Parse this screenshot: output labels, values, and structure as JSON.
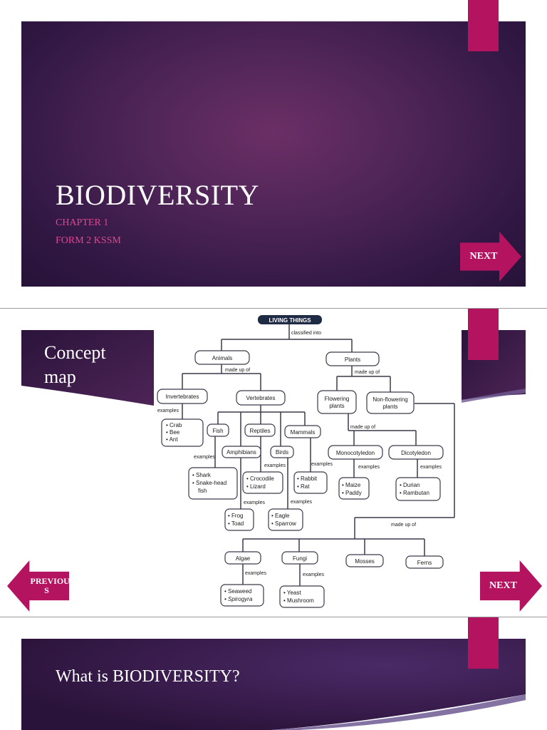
{
  "slide1": {
    "title": "BIODIVERSITY",
    "subtitle1": "CHAPTER 1",
    "subtitle2": "FORM 2 KSSM",
    "next_label": "NEXT"
  },
  "slide2": {
    "title_line1": "Concept",
    "title_line2": "map",
    "prev_label": "PREVIOU S",
    "next_label": "NEXT",
    "map": {
      "root": "LIVING THINGS",
      "classified_into": "classified into",
      "animals": "Animals",
      "plants": "Plants",
      "made_up_of": "made up of",
      "invertebrates": "Invertebrates",
      "vertebrates": "Vertebrates",
      "flowering": [
        "Flowering",
        "plants"
      ],
      "non_flowering": [
        "Non-flowering",
        "plants"
      ],
      "examples": "examples",
      "invert_examples": [
        "• Crab",
        "• Bee",
        "• Ant"
      ],
      "fish": "Fish",
      "reptiles": "Reptiles",
      "mammals": "Mammals",
      "amphibians": "Amphibians",
      "birds": "Birds",
      "monocotyledon": "Monocotyledon",
      "dicotyledon": "Dicotyledon",
      "fish_examples": [
        "• Shark",
        "• Snake-head",
        "fish"
      ],
      "reptile_examples": [
        "• Crocodile",
        "• Lizard"
      ],
      "mammal_examples": [
        "• Rabbit",
        "• Rat"
      ],
      "mono_examples": [
        "• Maize",
        "• Paddy"
      ],
      "dico_examples": [
        "• Durian",
        "• Rambutan"
      ],
      "amphibian_examples": [
        "• Frog",
        "• Toad"
      ],
      "bird_examples": [
        "• Eagle",
        "• Sparrow"
      ],
      "algae": "Algae",
      "fungi": "Fungi",
      "mosses": "Mosses",
      "ferns": "Ferns",
      "algae_examples": [
        "• Seaweed",
        "• Spirogyra"
      ],
      "fungi_examples": [
        "• Yeast",
        "• Mushroom"
      ]
    }
  },
  "slide3": {
    "title": "What is BIODIVERSITY?"
  },
  "colors": {
    "accent": "#b3135f",
    "subtitle": "#e0468f",
    "purple_dark": "#2a133a",
    "purple_light": "#6b2f66"
  }
}
